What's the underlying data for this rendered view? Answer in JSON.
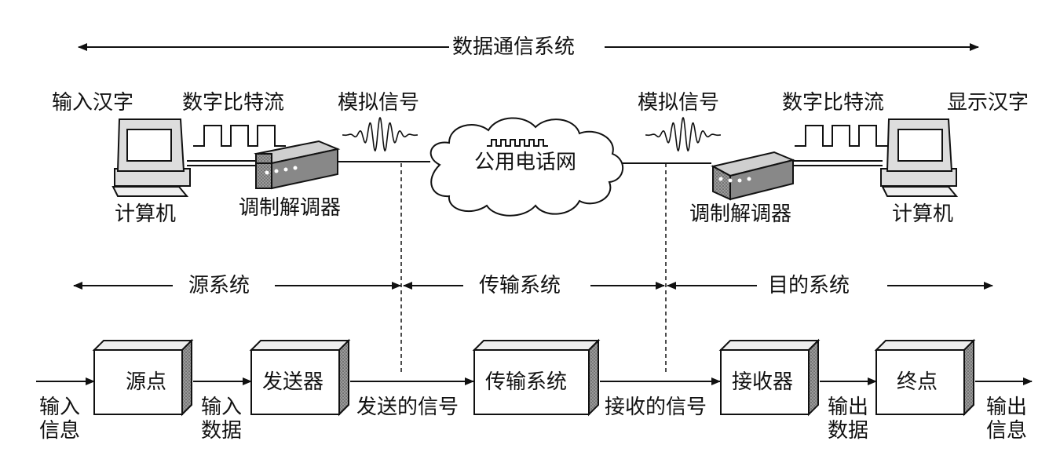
{
  "top": {
    "title": "数据通信系统",
    "left": {
      "input_label": "输入汉字",
      "bitstream_label": "数字比特流",
      "analog_label": "模拟信号",
      "computer_label": "计算机",
      "modem_label": "调制解调器"
    },
    "network_label": "公用电话网",
    "right": {
      "analog_label": "模拟信号",
      "bitstream_label": "数字比特流",
      "output_label": "显示汉字",
      "modem_label": "调制解调器",
      "computer_label": "计算机"
    }
  },
  "systems": {
    "source": "源系统",
    "transmission": "传输系统",
    "destination": "目的系统"
  },
  "flow": {
    "boxes": {
      "source": "源点",
      "transmitter": "发送器",
      "transmission": "传输系统",
      "receiver": "接收器",
      "destination": "终点"
    },
    "labels": {
      "input_info_1": "输入",
      "input_info_2": "信息",
      "input_data_1": "输入",
      "input_data_2": "数据",
      "sent_signal": "发送的信号",
      "received_signal": "接收的信号",
      "output_data_1": "输出",
      "output_data_2": "数据",
      "output_info_1": "输出",
      "output_info_2": "信息"
    }
  }
}
